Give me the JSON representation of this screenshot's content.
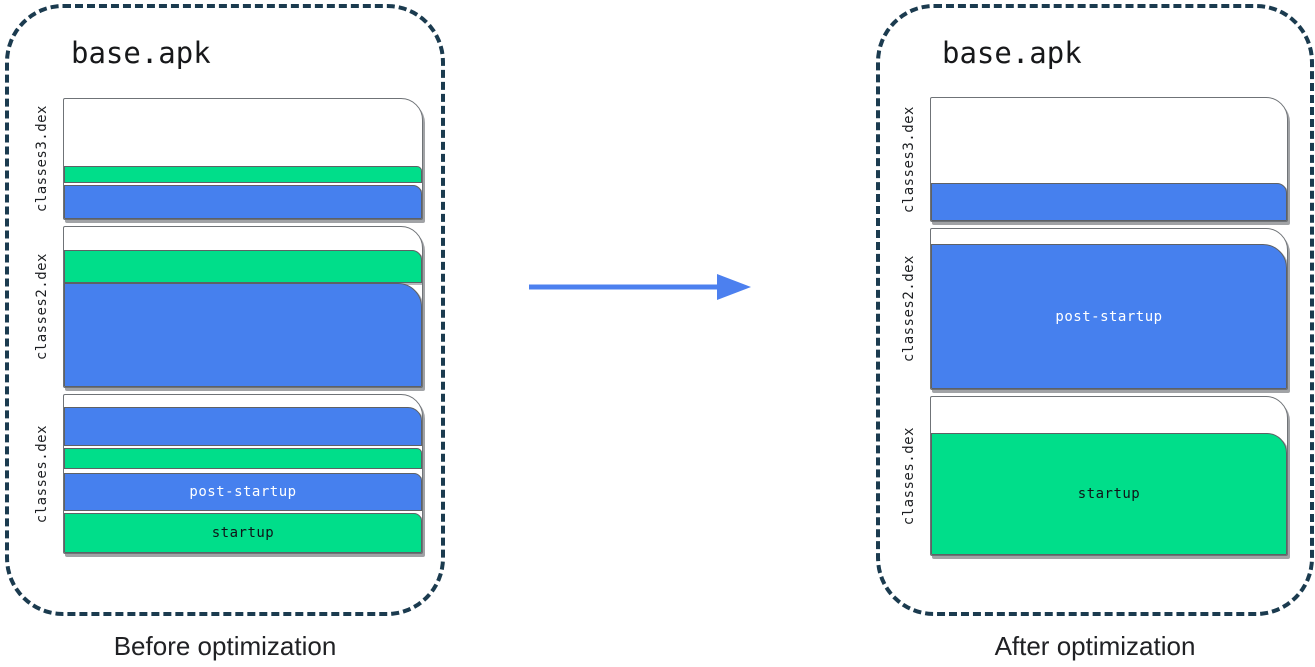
{
  "colors": {
    "startup": "#00DE8A",
    "post_startup": "#4680EE",
    "label_on_startup": "#101418",
    "label_on_post_startup": "#ffffff",
    "arrow": "#4C80EF",
    "panel_dash": "#1b3b4f",
    "box_border": "#6f7377"
  },
  "arrow_icon": "right-arrow",
  "panels": {
    "before": {
      "apk_title": "base.apk",
      "caption": "Before optimization",
      "files": [
        {
          "name": "classes3.dex",
          "height": 122,
          "bands": [
            {
              "role": "startup",
              "height": 17,
              "radius": 5
            },
            {
              "type": "gap",
              "height": 2
            },
            {
              "role": "post_startup",
              "height": 34,
              "radius": 9
            }
          ]
        },
        {
          "name": "classes2.dex",
          "height": 162,
          "bands": [
            {
              "role": "startup",
              "height": 33,
              "radius": 10
            },
            {
              "role": "post_startup",
              "height": 104,
              "radius": 24
            }
          ]
        },
        {
          "name": "classes.dex",
          "height": 160,
          "bands": [
            {
              "role": "post_startup",
              "height": 39,
              "radius": 14
            },
            {
              "type": "gap",
              "height": 2
            },
            {
              "role": "startup",
              "height": 21,
              "radius": 5
            },
            {
              "type": "gap",
              "height": 4
            },
            {
              "role": "post_startup",
              "height": 38,
              "radius": 8,
              "label": "post-startup"
            },
            {
              "type": "gap",
              "height": 2
            },
            {
              "role": "startup",
              "height": 40,
              "radius": 8,
              "label": "startup"
            }
          ]
        }
      ]
    },
    "after": {
      "apk_title": "base.apk",
      "caption": "After optimization",
      "files": [
        {
          "name": "classes3.dex",
          "height": 125,
          "bands": [
            {
              "role": "post_startup",
              "height": 38,
              "radius": 10
            }
          ]
        },
        {
          "name": "classes2.dex",
          "height": 162,
          "bands": [
            {
              "role": "post_startup",
              "height": 145,
              "radius": 24,
              "label": "post-startup"
            }
          ]
        },
        {
          "name": "classes.dex",
          "height": 160,
          "bands": [
            {
              "role": "startup",
              "height": 122,
              "radius": 20,
              "label": "startup"
            }
          ]
        }
      ]
    }
  }
}
